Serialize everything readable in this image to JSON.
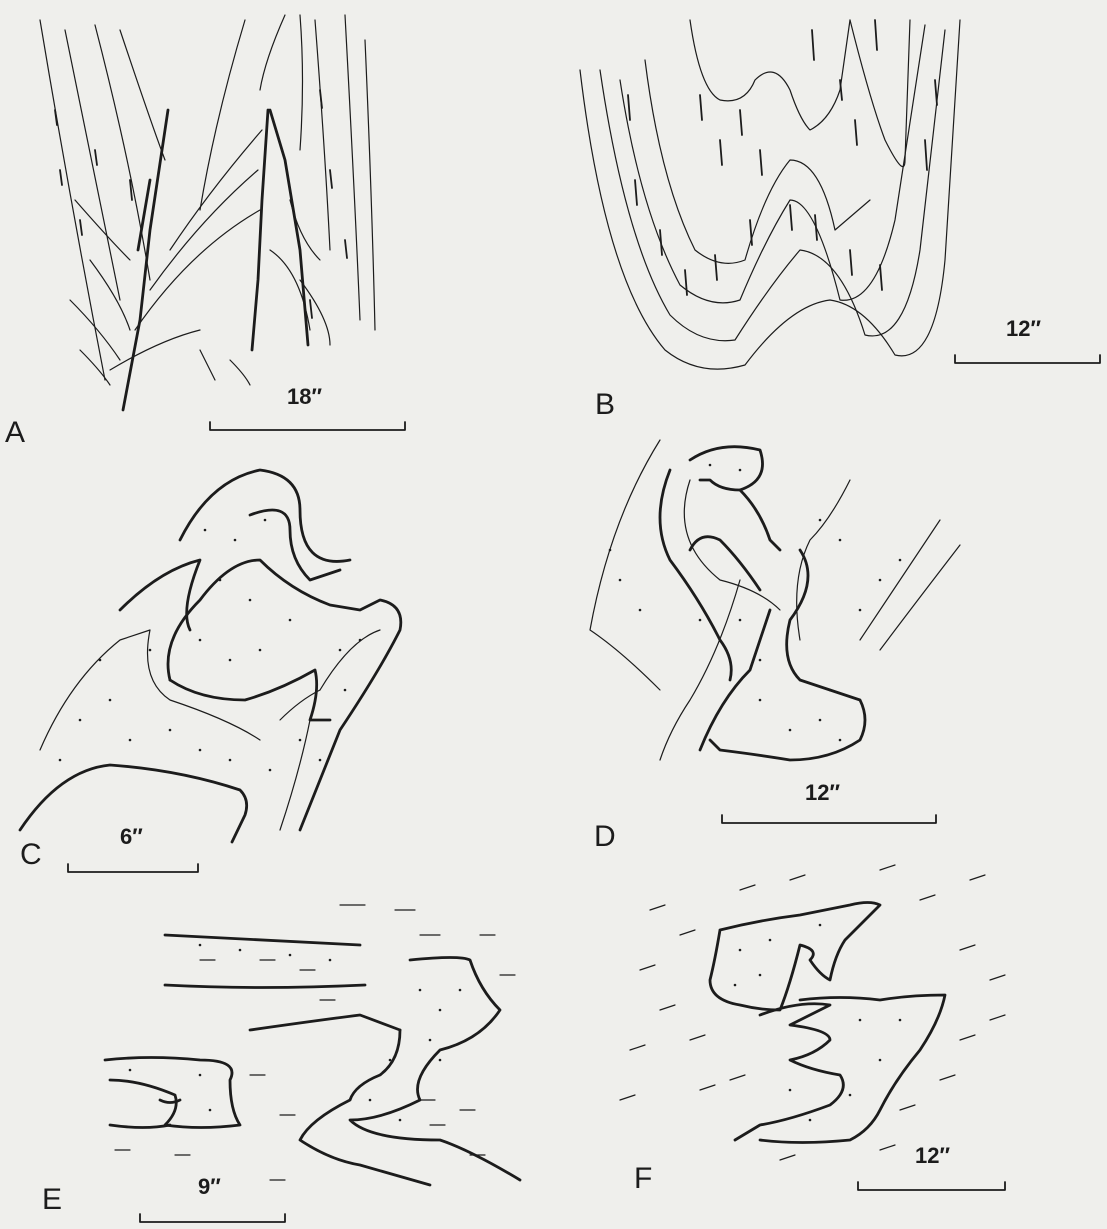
{
  "figure": {
    "panels": [
      {
        "letter": "A",
        "scale_label": "18″"
      },
      {
        "letter": "B",
        "scale_label": "12″"
      },
      {
        "letter": "C",
        "scale_label": "6″"
      },
      {
        "letter": "D",
        "scale_label": "12″"
      },
      {
        "letter": "E",
        "scale_label": "9″"
      },
      {
        "letter": "F",
        "scale_label": "12″"
      }
    ],
    "ink_color": "#1c1c1c",
    "paper_color": "#efefec"
  }
}
